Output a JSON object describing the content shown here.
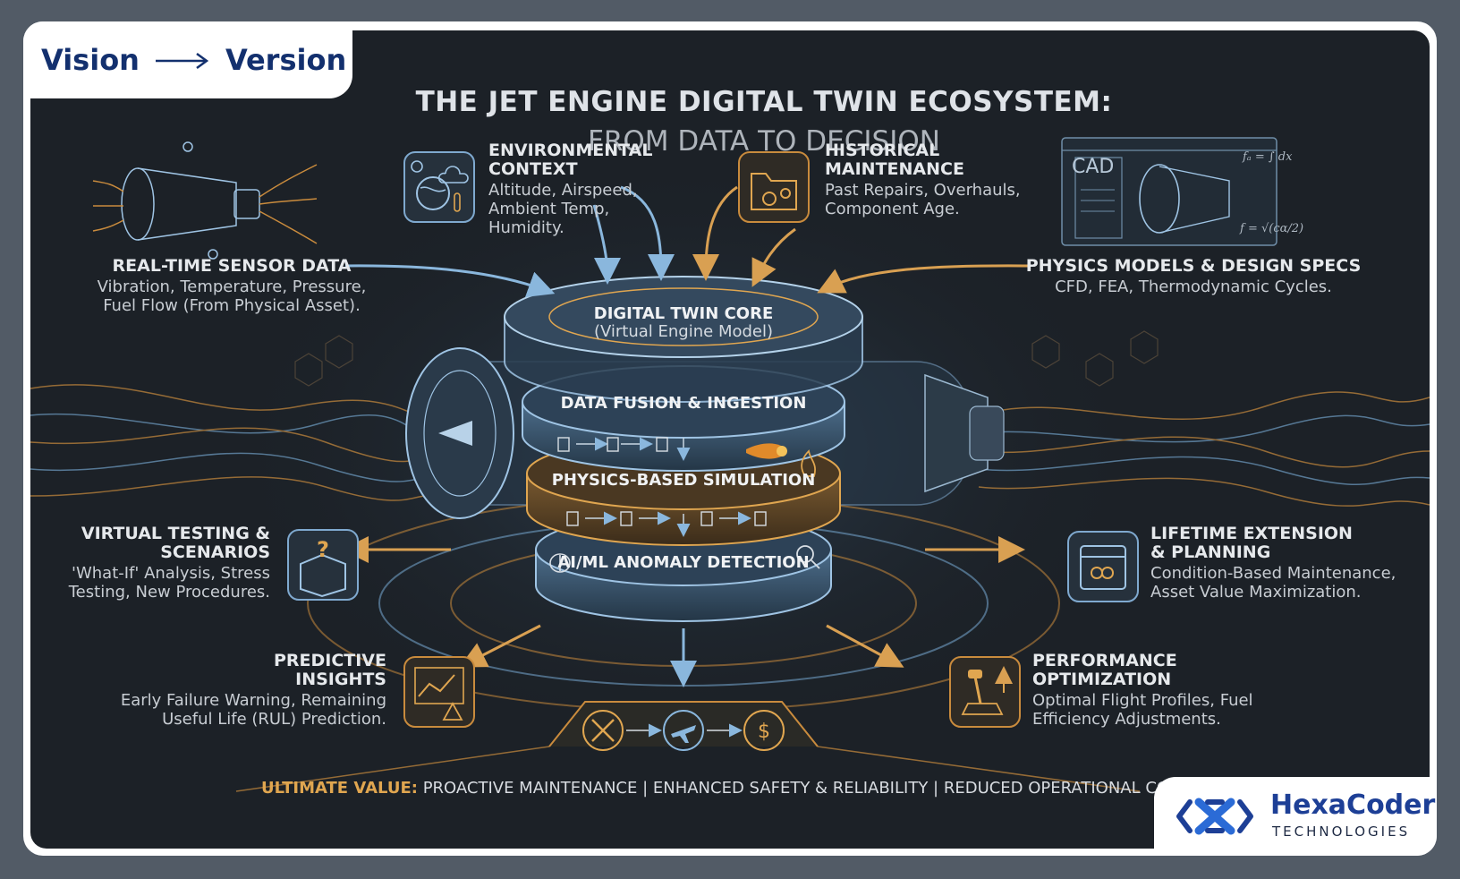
{
  "brand": {
    "tag_left": "Vision",
    "tag_right": "Version",
    "company_name": "HexaCoder",
    "company_sub": "TECHNOLOGIES"
  },
  "title": "THE JET ENGINE DIGITAL TWIN ECOSYSTEM:",
  "subtitle": "FROM DATA TO DECISION",
  "inputs": {
    "sensor": {
      "heading": "REAL-TIME SENSOR DATA",
      "line1": "Vibration, Temperature, Pressure,",
      "line2": "Fuel Flow (From Physical Asset)."
    },
    "environment": {
      "heading1": "ENVIRONMENTAL",
      "heading2": "CONTEXT",
      "line1": "Altitude, Airspeed,",
      "line2": "Ambient Temp,",
      "line3": "Humidity."
    },
    "maintenance": {
      "heading1": "HISTORICAL",
      "heading2": "MAINTENANCE",
      "line1": "Past Repairs, Overhauls,",
      "line2": "Component Age."
    },
    "physics": {
      "heading": "PHYSICS MODELS & DESIGN SPECS",
      "line1": "CFD, FEA, Thermodynamic Cycles.",
      "cad_label": "CAD"
    }
  },
  "core": {
    "title": "DIGITAL TWIN CORE",
    "subtitle": "(Virtual Engine Model)",
    "layers": [
      "DATA FUSION & INGESTION",
      "PHYSICS-BASED SIMULATION",
      "AI/ML ANOMALY DETECTION"
    ]
  },
  "outputs": {
    "testing": {
      "heading1": "VIRTUAL TESTING &",
      "heading2": "SCENARIOS",
      "line1": "'What-If' Analysis, Stress",
      "line2": "Testing, New Procedures."
    },
    "predictive": {
      "heading1": "PREDICTIVE",
      "heading2": "INSIGHTS",
      "line1": "Early Failure Warning, Remaining",
      "line2": "Useful Life (RUL) Prediction."
    },
    "lifetime": {
      "heading1": "LIFETIME EXTENSION",
      "heading2": "& PLANNING",
      "line1": "Condition-Based Maintenance,",
      "line2": "Asset Value Maximization."
    },
    "performance": {
      "heading1": "PERFORMANCE",
      "heading2": "OPTIMIZATION",
      "line1": "Optimal Flight Profiles, Fuel",
      "line2": "Efficiency Adjustments."
    }
  },
  "ultimate": {
    "label": "ULTIMATE VALUE:",
    "text": "PROACTIVE MAINTENANCE | ENHANCED SAFETY & RELIABILITY | REDUCED OPERATIONAL COSTS."
  },
  "icons": [
    "globe-weather-icon",
    "folder-gears-icon",
    "cad-engine-icon",
    "sensor-engine-icon",
    "question-box-icon",
    "chart-warning-icon",
    "calendar-infinity-icon",
    "throttle-lever-icon",
    "wrench-icon",
    "airplane-icon",
    "dollar-icon",
    "brain-icon",
    "magnifier-icon",
    "flame-icon"
  ],
  "colors": {
    "background": "#1c2127",
    "accent_orange": "#e0a650",
    "accent_blue": "#7fb7e6",
    "frame": "#525b66",
    "brand_blue": "#1d3f96"
  }
}
